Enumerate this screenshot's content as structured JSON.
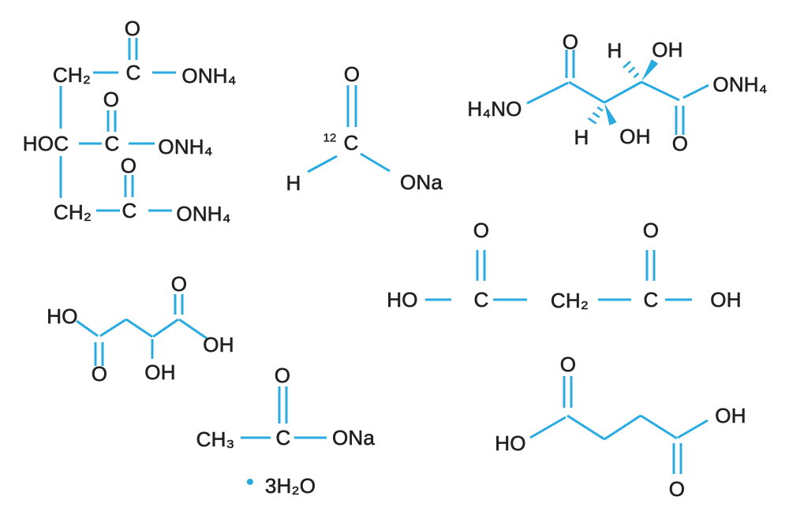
{
  "palette": {
    "bond_blue": "#29abe2",
    "text_black": "#231f20",
    "background": "#ffffff"
  },
  "structures": {
    "ammonium_citrate": {
      "o_top": "O",
      "ch2_top": "CH₂",
      "c_top": "C",
      "onh4_top": "ONH₄",
      "o_mid": "O",
      "hoc": "HOC",
      "c_mid": "C",
      "onh4_mid": "ONH₄",
      "o_bot": "O",
      "ch2_bot": "CH₂",
      "c_bot": "C",
      "onh4_bot": "ONH₄"
    },
    "sodium_formate": {
      "o": "O",
      "isotope": "12",
      "c": "C",
      "h": "H",
      "ona": "ONa"
    },
    "ammonium_tartrate": {
      "h4no": "H₄NO",
      "o_left": "O",
      "h_top": "H",
      "oh_top": "OH",
      "h_bottom": "H",
      "oh_bottom": "OH",
      "o_right": "O",
      "onh4": "ONH₄"
    },
    "malic_acid": {
      "ho": "HO",
      "o_left": "O",
      "oh_mid": "OH",
      "o_right": "O",
      "oh_right": "OH"
    },
    "malonic_acid": {
      "o_left": "O",
      "ho": "HO",
      "c_left": "C",
      "ch2": "CH₂",
      "c_right": "C",
      "oh": "OH",
      "o_right": "O"
    },
    "sodium_acetate_trihydrate": {
      "o": "O",
      "ch3": "CH₃",
      "c": "C",
      "ona": "ONa",
      "hydrate_dot": "•",
      "hydrate": "3H₂O"
    },
    "succinic_acid": {
      "o_top": "O",
      "ho": "HO",
      "oh": "OH",
      "o_bottom": "O"
    }
  }
}
